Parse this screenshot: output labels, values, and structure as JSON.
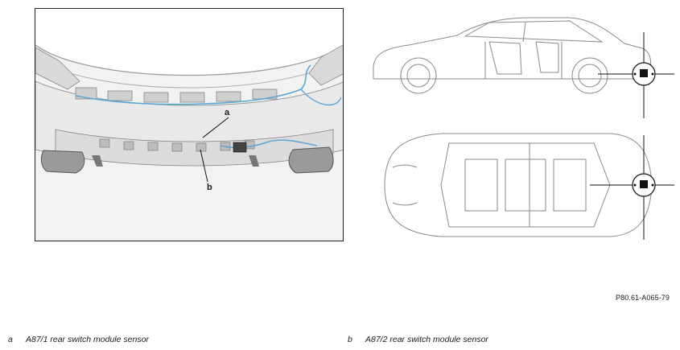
{
  "figure_id": "P80.61-A065-79",
  "callouts": {
    "a": "a",
    "b": "b"
  },
  "legend": [
    {
      "key": "a",
      "text": "A87/1 rear switch module sensor"
    },
    {
      "key": "b",
      "text": "A87/2 rear switch module sensor"
    }
  ],
  "colors": {
    "wiring": "#5aa7d6",
    "line_art": "#8a8a8a",
    "frame": "#222222",
    "sensor": "#111111"
  }
}
